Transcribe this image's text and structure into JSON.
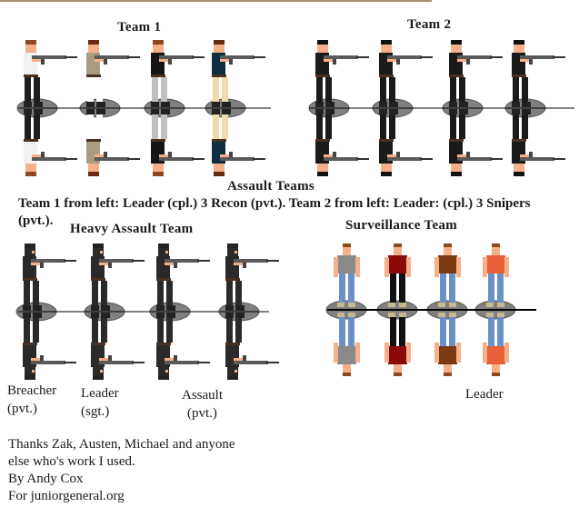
{
  "headings": {
    "team1": "Team 1",
    "team2": "Team 2",
    "assault_teams": "Assault Teams",
    "heavy": "Heavy Assault Team",
    "surveillance": "Surveillance Team"
  },
  "description_line1": "Team 1 from left: Leader (cpl.) 3 Recon (pvt.). Team 2 from left: Leader: (cpl.) 3 Snipers",
  "description_line2": "(pvt.).",
  "labels": {
    "breacher": "Breacher",
    "breacher_rank": "(pvt.)",
    "leader": "Leader",
    "leader_rank": "(sgt.)",
    "assault": "Assault",
    "assault_rank": "(pvt.)",
    "surv_leader": "Leader"
  },
  "credits": [
    "Thanks Zak, Austen, Michael and anyone",
    "else who's work I used.",
    "By Andy Cox",
    "For juniorgeneral.org"
  ],
  "groups": [
    {
      "name": "team1",
      "kind": "soldier",
      "figures": [
        {
          "role": "leader",
          "shirt": "#f2f2f2",
          "pants": "#1e1e1e",
          "hair": "#8a4a1a"
        },
        {
          "role": "recon",
          "shirt": "#a89c84",
          "pants": "#ffffff",
          "hair": "#6a2a10"
        },
        {
          "role": "recon",
          "shirt": "#151515",
          "pants": "#c0c0c0",
          "hair": "#8a4a1a"
        },
        {
          "role": "recon",
          "shirt": "#0e2e40",
          "pants": "#efdcaa",
          "hair": "#6a2a10"
        }
      ]
    },
    {
      "name": "team2",
      "kind": "soldier",
      "figures": [
        {
          "role": "leader",
          "shirt": "#1a1a1a",
          "pants": "#1a1a1a",
          "hair": "#111111"
        },
        {
          "role": "sniper",
          "shirt": "#1a1a1a",
          "pants": "#1a1a1a",
          "hair": "#111111"
        },
        {
          "role": "sniper",
          "shirt": "#1a1a1a",
          "pants": "#1a1a1a",
          "hair": "#111111"
        },
        {
          "role": "sniper",
          "shirt": "#1a1a1a",
          "pants": "#1a1a1a",
          "hair": "#111111"
        }
      ]
    },
    {
      "name": "heavy",
      "kind": "heavy",
      "figures": [
        {
          "role": "breacher",
          "shirt": "#2a2a2a",
          "pants": "#2a2a2a",
          "hair": "#222222"
        },
        {
          "role": "leader",
          "shirt": "#2a2a2a",
          "pants": "#2a2a2a",
          "hair": "#222222"
        },
        {
          "role": "assault",
          "shirt": "#2a2a2a",
          "pants": "#2a2a2a",
          "hair": "#222222"
        },
        {
          "role": "assault",
          "shirt": "#2a2a2a",
          "pants": "#2a2a2a",
          "hair": "#222222"
        }
      ]
    },
    {
      "name": "surveillance",
      "kind": "civilian",
      "figures": [
        {
          "role": "operative",
          "shirt": "#8a8a8a",
          "pants": "#6a90c8",
          "hair": "#8a4a1a"
        },
        {
          "role": "operative",
          "shirt": "#8a0a0a",
          "pants": "#111111",
          "hair": "#8a4a1a"
        },
        {
          "role": "operative",
          "shirt": "#7a3a12",
          "pants": "#6a90c8",
          "hair": "#8a4a1a"
        },
        {
          "role": "leader",
          "shirt": "#e8603a",
          "pants": "#6a90c8",
          "hair": "#8a4a1a"
        }
      ]
    }
  ]
}
